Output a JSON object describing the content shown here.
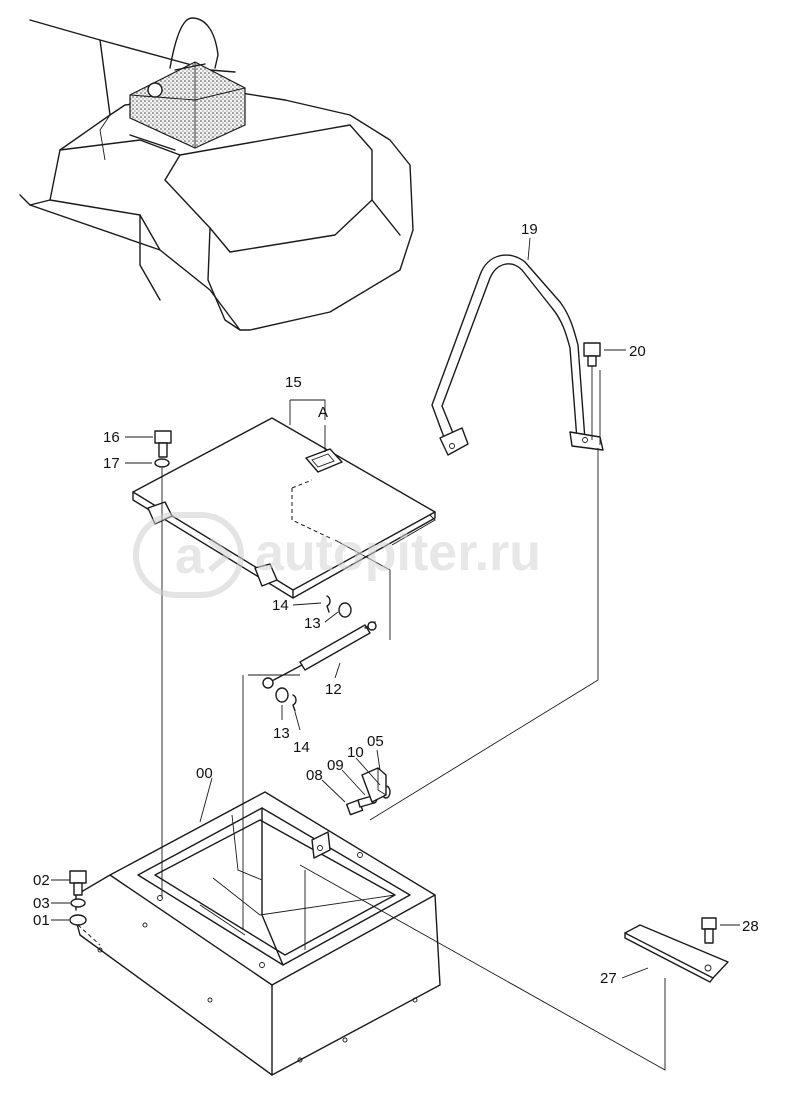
{
  "callouts": {
    "c00": "00",
    "c01": "01",
    "c02": "02",
    "c03": "03",
    "c05": "05",
    "c08": "08",
    "c09": "09",
    "c10": "10",
    "c12": "12",
    "c13a": "13",
    "c13b": "13",
    "c14a": "14",
    "c14b": "14",
    "c15": "15",
    "c16": "16",
    "c17": "17",
    "c19": "19",
    "c20": "20",
    "c27": "27",
    "c28": "28",
    "cA": "A"
  },
  "watermark": {
    "text": "autopiter.ru"
  },
  "colors": {
    "line": "#1a1a1a",
    "watermark": "#d4d4d4",
    "background": "#ffffff"
  }
}
